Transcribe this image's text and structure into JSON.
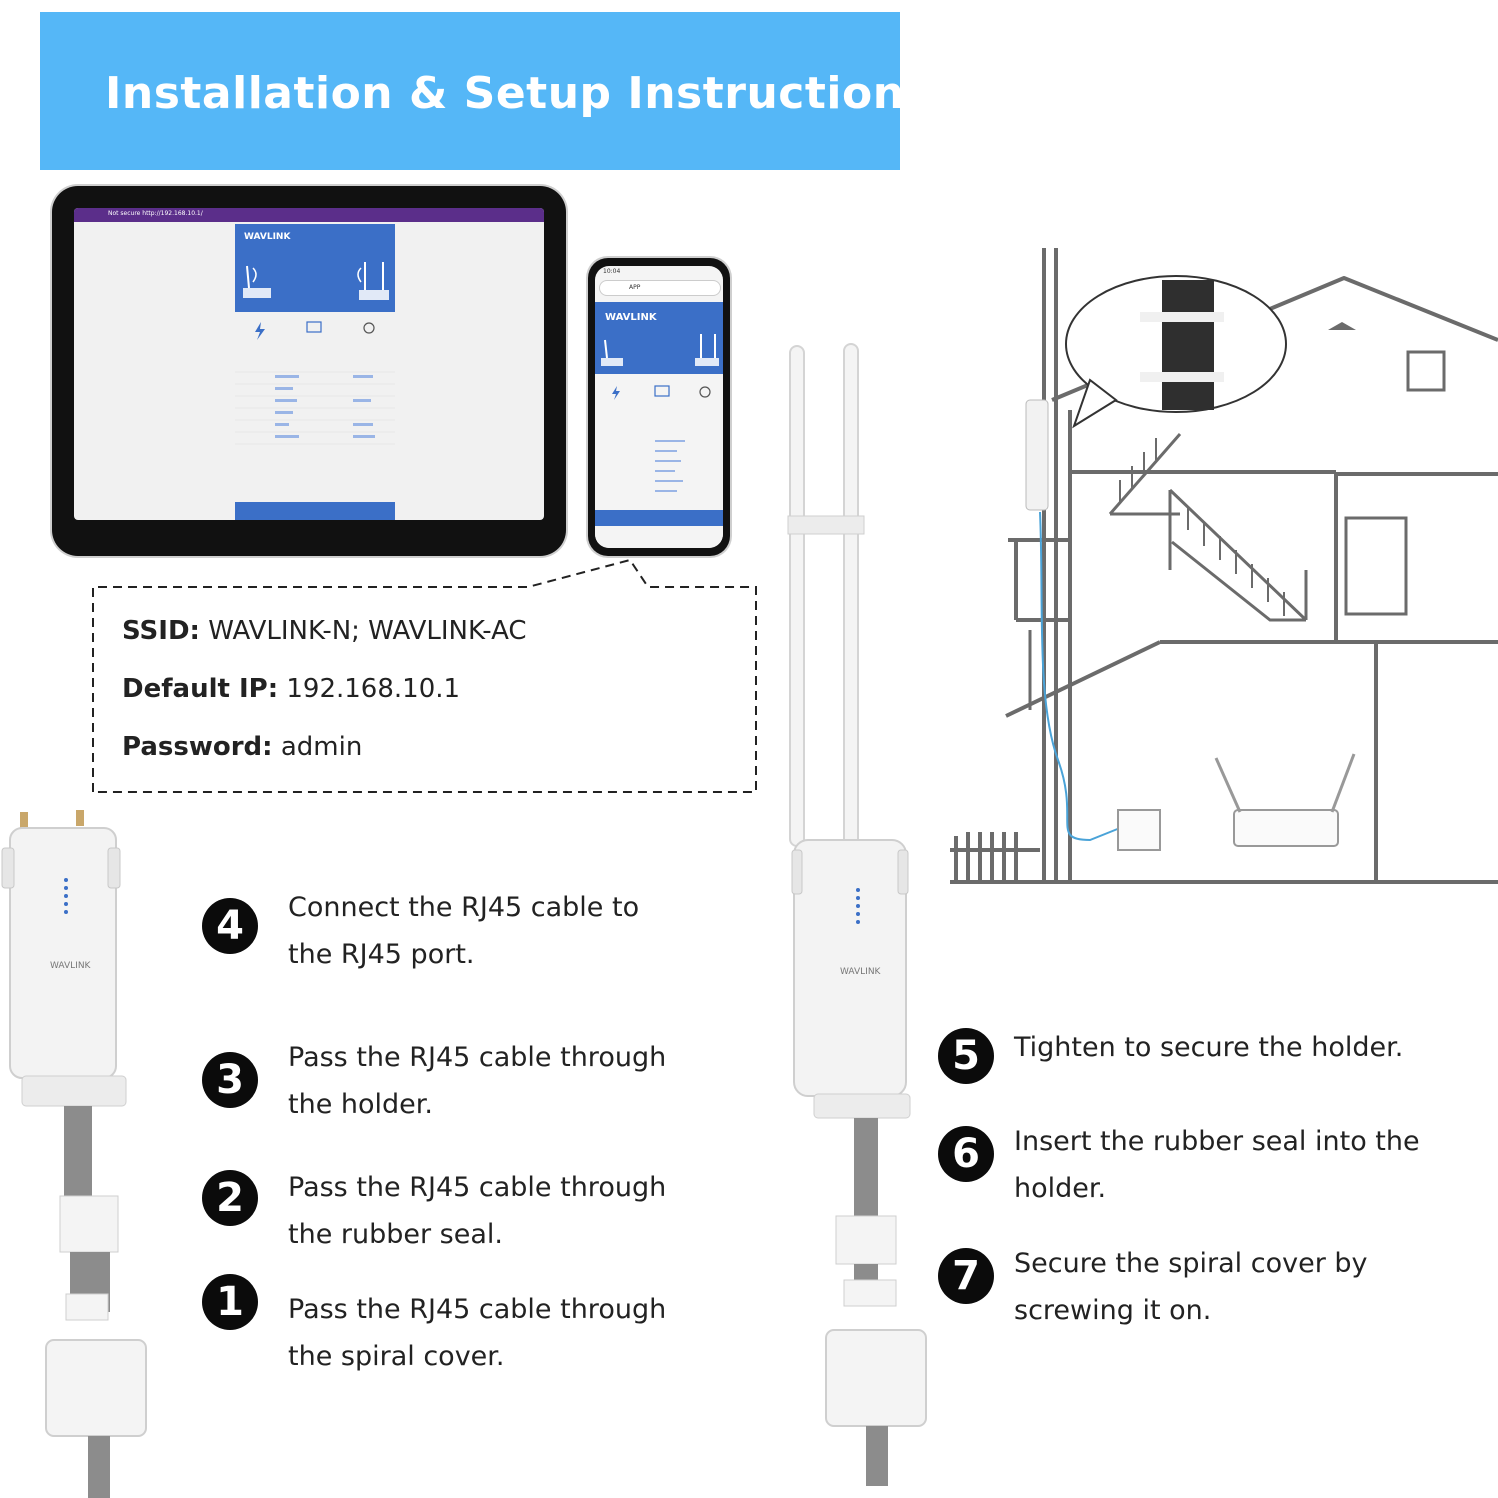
{
  "banner": {
    "title": "Installation & Setup Instructions",
    "color": "#55b7f7"
  },
  "credentials": {
    "ssid_label": "SSID:",
    "ssid_value": "WAVLINK-N;  WAVLINK-AC",
    "ip_label": "Default IP:",
    "ip_value": "192.168.10.1",
    "password_label": "Password:",
    "password_value": "admin"
  },
  "device_brand": "WAVLINK",
  "screens": {
    "tablet_url": "Not secure   http://192.168.10.1/",
    "phone_url": "APP",
    "phone_time": "10:04"
  },
  "steps_left": [
    {
      "num": "4",
      "line1": "Connect the RJ45 cable to",
      "line2": "the RJ45 port."
    },
    {
      "num": "3",
      "line1": "Pass the RJ45 cable through",
      "line2": "the holder."
    },
    {
      "num": "2",
      "line1": "Pass the RJ45 cable through",
      "line2": "the rubber seal."
    },
    {
      "num": "1",
      "line1": "Pass the RJ45 cable through",
      "line2": "the spiral cover."
    }
  ],
  "steps_right": [
    {
      "num": "5",
      "line1": "Tighten to secure the holder.",
      "line2": ""
    },
    {
      "num": "6",
      "line1": "Insert the rubber seal into the",
      "line2": "holder."
    },
    {
      "num": "7",
      "line1": "Secure the spiral cover by",
      "line2": "screwing it on."
    }
  ],
  "colors": {
    "accent_blue": "#55b7f7",
    "ui_blue": "#3b6fc7",
    "line_gray": "#6b6b6b",
    "cable_blue": "#4aa3d8"
  }
}
